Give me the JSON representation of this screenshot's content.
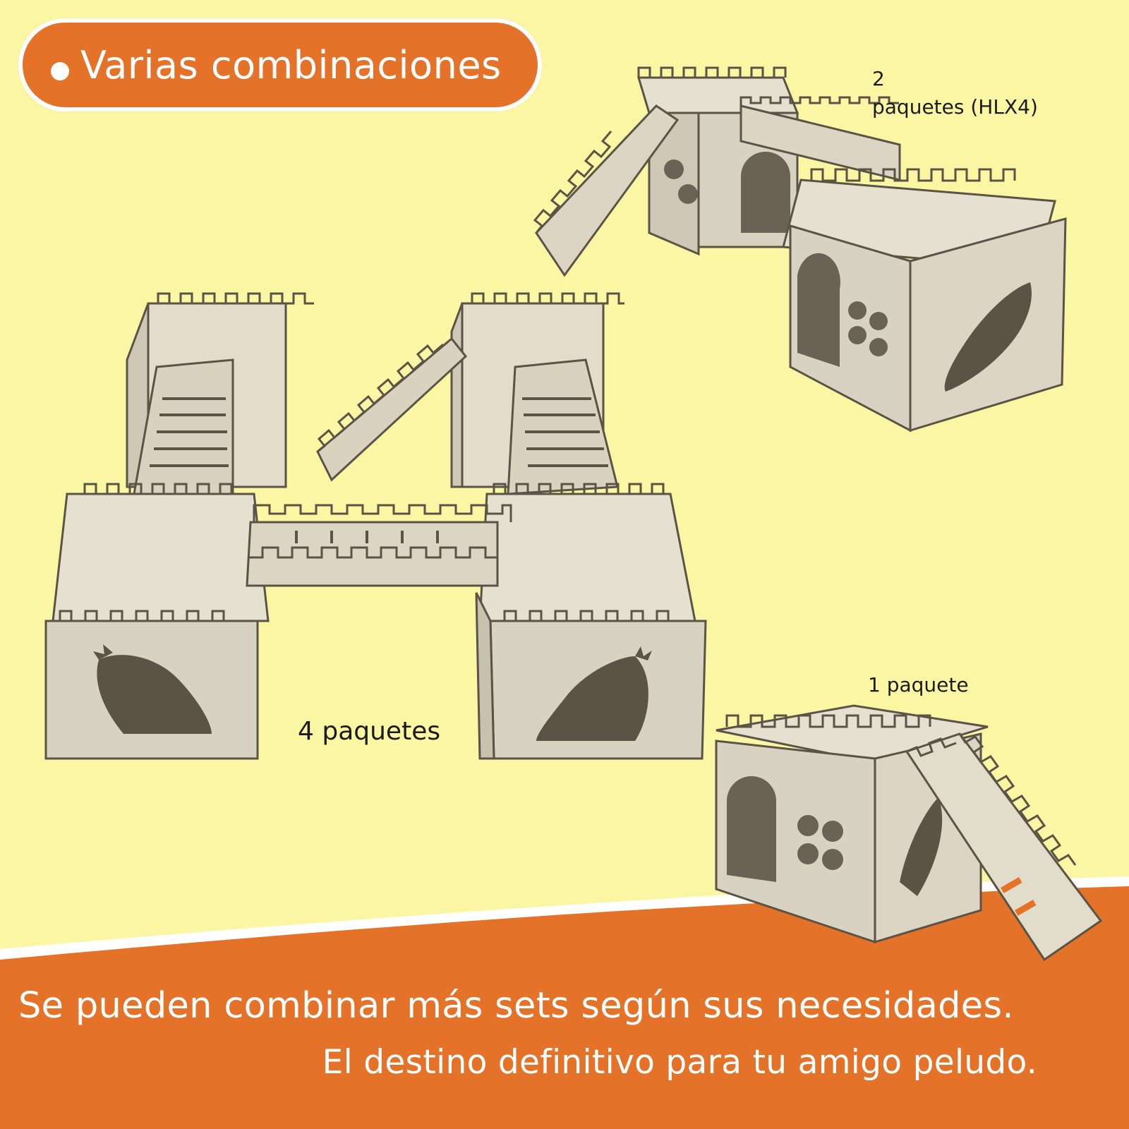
{
  "header": {
    "badge_text": "Varias combinaciones"
  },
  "labels": {
    "two_packs_count": "2",
    "two_packs_text": "paquetes (HLX4)",
    "one_pack": "1 paquete",
    "four_packs": "4 paquetes"
  },
  "footer": {
    "line1": "Se pueden combinar más sets según sus necesidades.",
    "line2": "El destino definitivo para tu amigo peludo."
  },
  "colors": {
    "background": "#fbf6a4",
    "accent_orange": "#e57229",
    "wood": "#d8d2c2",
    "wood_top": "#e6e0d0"
  }
}
